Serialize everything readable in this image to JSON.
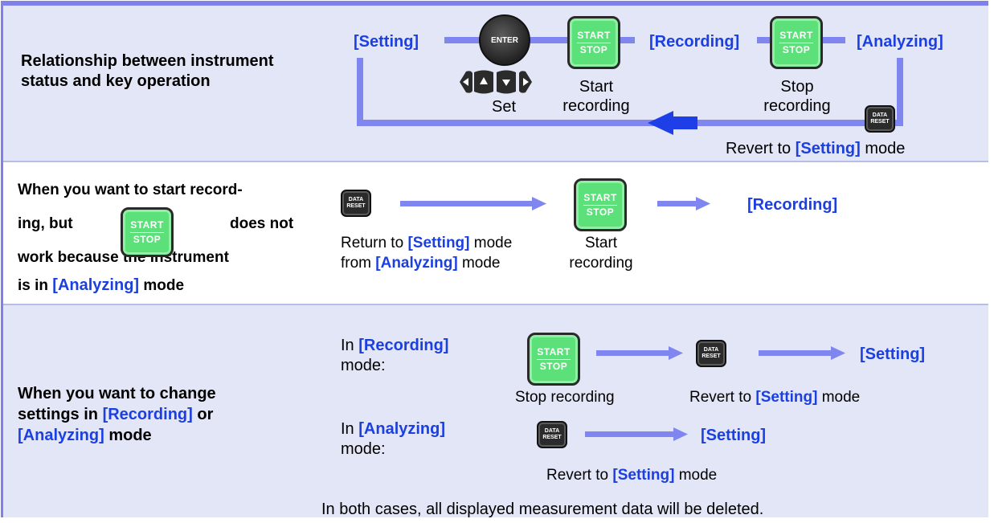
{
  "colors": {
    "border": "#8080ec",
    "band": "#e3e6f6",
    "arrow": "#7f86ef",
    "arrow_dark": "#1e3fe8",
    "highlight": "#1c3fe0",
    "start_key": "#5be07a",
    "data_key": "#2b2b2b"
  },
  "keys": {
    "start_top": "START",
    "start_bottom": "STOP",
    "data_top": "DATA",
    "data_bottom": "RESET",
    "enter": "ENTER"
  },
  "row1": {
    "title": "Relationship between instrument status and key operation",
    "setting": "[Setting]",
    "recording": "[Recording]",
    "analyzing": "[Analyzing]",
    "set": "Set",
    "start_recording_1": "Start",
    "start_recording_2": "recording",
    "stop_recording_1": "Stop",
    "stop_recording_2": "recording",
    "revert_pre": "Revert to ",
    "revert_mode": "[Setting]",
    "revert_post": " mode"
  },
  "row2": {
    "line1": "When you want to start record-",
    "line2a": "ing, but",
    "line2b": "does not",
    "line3": "work because the instrument",
    "line4a": "is in ",
    "line4b": "[Analyzing]",
    "line4c": " mode",
    "return_pre": "Return to ",
    "return_mode": "[Setting]",
    "return_post": " mode",
    "from_pre": "from ",
    "from_mode": "[Analyzing]",
    "from_post": " mode",
    "start_1": "Start",
    "start_2": "recording",
    "target": "[Recording]"
  },
  "row3": {
    "title_1": "When you want to change",
    "title_2a": "settings in ",
    "title_2b": "[Recording]",
    "title_2c": " or",
    "title_3a": "[Analyzing]",
    "title_3b": " mode",
    "in_rec_pre": "In ",
    "in_rec_mode": "[Recording]",
    "in_rec_post": "mode:",
    "stop_recording": "Stop recording",
    "revert_pre": "Revert to ",
    "revert_mode": "[Setting]",
    "revert_post": " mode",
    "target1": "[Setting]",
    "in_ana_pre": "In ",
    "in_ana_mode": "[Analyzing]",
    "in_ana_post": "mode:",
    "revert2_pre": "Revert to ",
    "revert2_mode": "[Setting]",
    "revert2_post": " mode",
    "target2": "[Setting]",
    "note": "In both cases, all displayed measurement data will be deleted."
  }
}
